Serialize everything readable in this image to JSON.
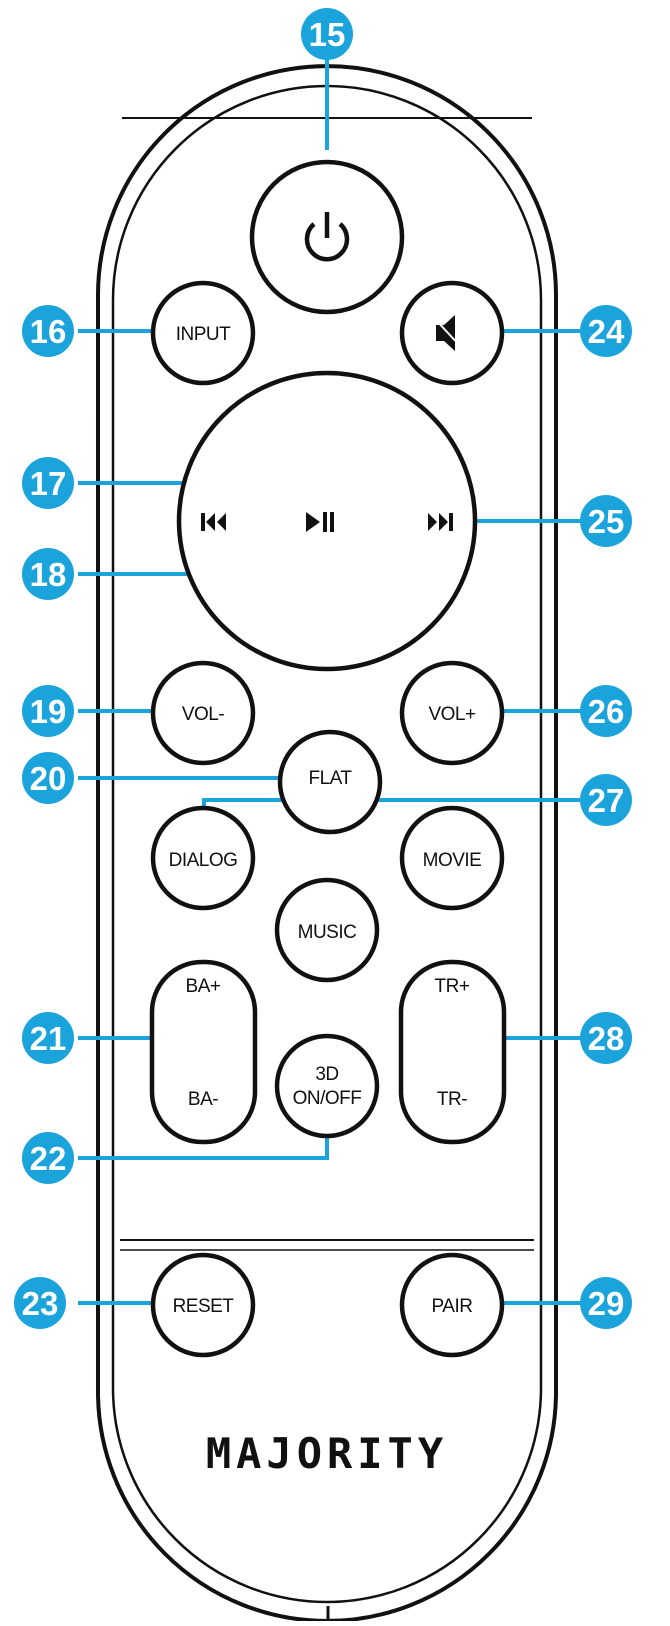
{
  "remote": {
    "brand": "MAJORITY",
    "buttons": {
      "power": {
        "icon": "power-icon"
      },
      "input": "INPUT",
      "mute": {
        "icon": "mute-icon"
      },
      "play_pause": {
        "icon": "play-pause-icon"
      },
      "previous": {
        "icon": "previous-track-icon"
      },
      "next": {
        "icon": "next-track-icon"
      },
      "vol_minus": "VOL-",
      "vol_plus": "VOL+",
      "flat": "FLAT",
      "dialog": "DIALOG",
      "movie": "MOVIE",
      "music": "MUSIC",
      "bass_up": "BA+",
      "bass_down": "BA-",
      "treble_up": "TR+",
      "treble_down": "TR-",
      "three_d_line1": "3D",
      "three_d_line2": "ON/OFF",
      "reset": "RESET",
      "pair": "PAIR"
    }
  },
  "callouts": {
    "power": "15",
    "input": "16",
    "play_pause": "17",
    "previous": "18",
    "vol_minus": "19",
    "eq_left": "20",
    "bass": "21",
    "three_d": "22",
    "reset": "23",
    "mute": "24",
    "next": "25",
    "vol_plus": "26",
    "eq_right": "27",
    "treble": "28",
    "pair": "29"
  },
  "colors": {
    "callout": "#1ba3dc",
    "outline": "#111111",
    "background": "#ffffff"
  }
}
